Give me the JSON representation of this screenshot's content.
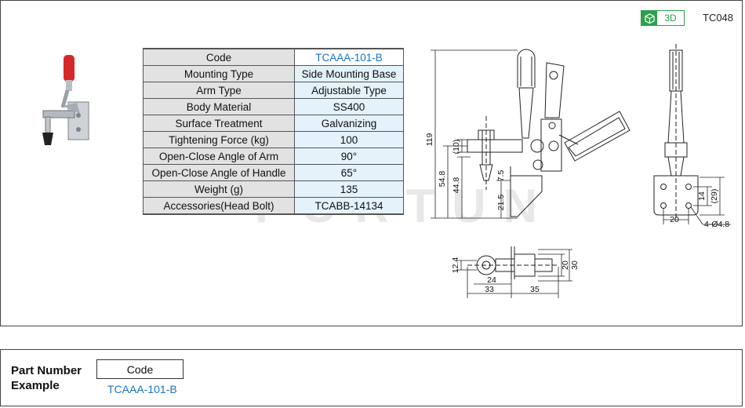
{
  "header": {
    "badge_label": "3D",
    "badge_icon": "cube-icon",
    "series_code": "TC048"
  },
  "watermark": "FORTUN",
  "spec_table": {
    "rows": [
      {
        "label": "Code",
        "value": "TCAAA-101-B"
      },
      {
        "label": "Mounting Type",
        "value": "Side Mounting Base"
      },
      {
        "label": "Arm Type",
        "value": "Adjustable Type"
      },
      {
        "label": "Body Material",
        "value": "SS400"
      },
      {
        "label": "Surface Treatment",
        "value": "Galvanizing"
      },
      {
        "label": "Tightening Force (kg)",
        "value": "100"
      },
      {
        "label": "Open-Close Angle of Arm",
        "value": "90°"
      },
      {
        "label": "Open-Close  Angle of Handle",
        "value": "65°"
      },
      {
        "label": "Weight (g)",
        "value": "135"
      },
      {
        "label": "Accessories(Head Bolt)",
        "value": "TCABB-14134"
      }
    ]
  },
  "drawing_dims": {
    "front": [
      "119",
      "(10)",
      "54.8",
      "44.8",
      "21.5",
      "7.5"
    ],
    "side": [
      "14",
      "(29)",
      "20",
      "4-Ø4.8"
    ],
    "top": [
      "12.4",
      "24",
      "33",
      "35",
      "20",
      "30"
    ]
  },
  "part_number": {
    "title_line1": "Part Number",
    "title_line2": "Example",
    "box_label": "Code",
    "example_value": "TCAAA-101-B"
  },
  "colors": {
    "accent_green": "#2aa14a",
    "code_blue": "#1a73c4",
    "label_cell_bg": "#e2e2e2",
    "value_cell_bg": "#e3f2fb",
    "handle_red": "#d62828"
  }
}
